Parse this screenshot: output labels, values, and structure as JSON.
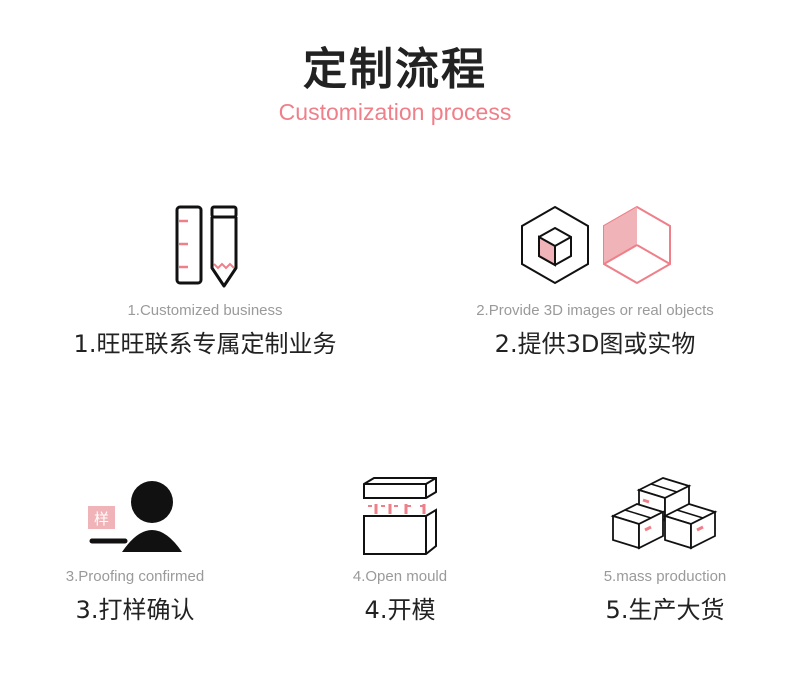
{
  "header": {
    "title": "定制流程",
    "subtitle": "Customization process"
  },
  "colors": {
    "accent": "#ef7f89",
    "accent_fill": "#efb3b8",
    "ink": "#111111"
  },
  "steps": [
    {
      "icon": "ruler-pencil-icon",
      "en": "1.Customized business",
      "zh": "1.旺旺联系专属定制业务"
    },
    {
      "icon": "3d-cube-icon",
      "en": "2.Provide 3D images or real objects",
      "zh": "2.提供3D图或实物"
    },
    {
      "icon": "proofing-person-icon",
      "en": "3.Proofing confirmed",
      "zh": "3.打样确认"
    },
    {
      "icon": "open-box-icon",
      "en": "4.Open mould",
      "zh": "4.开模"
    },
    {
      "icon": "stacked-boxes-icon",
      "en": "5.mass production",
      "zh": "5.生产大货"
    }
  ],
  "sample_tag": "样"
}
